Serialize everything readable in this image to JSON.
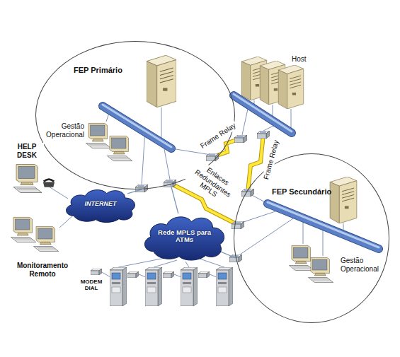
{
  "diagram": {
    "nodes": [
      {
        "text": [
          "FEP Primário",
          "Gestão Operacional"
        ]
      },
      {
        "text": [
          "INTERNET"
        ]
      },
      {
        "text": [
          "Rede MPLS para ATMs"
        ]
      },
      {
        "text": [
          "FEP Secundário",
          "Gestão Operacional"
        ]
      }
    ],
    "edges": [
      {
        "from": 1,
        "to": 0,
        "arrow": "none"
      },
      {
        "from": 2,
        "to": 0,
        "arrow": "none"
      },
      {
        "from": 2,
        "to": 3,
        "arrow": "none"
      }
    ],
    "labels": [
      "Host",
      "Frame Relay",
      "Frame Relay",
      "Enlaces Redundantes MPLS",
      "HELP DESK",
      "Monitoramento Remoto",
      "MODEM DIAL"
    ]
  }
}
